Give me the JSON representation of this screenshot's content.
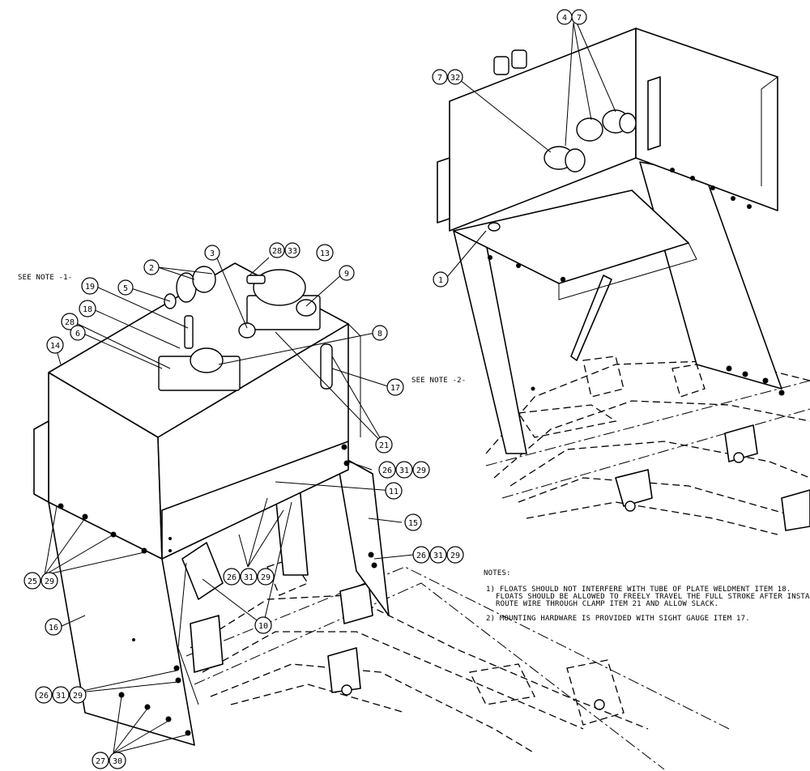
{
  "notes": {
    "see_note_1": "SEE NOTE -1-",
    "see_note_2": "SEE NOTE -2-",
    "heading": "NOTES:",
    "note1_line1": "1) FLOATS SHOULD NOT INTERFERE WITH TUBE OF PLATE WELDMENT ITEM 18.",
    "note1_line2": "FLOATS SHOULD BE ALLOWED TO FREELY TRAVEL THE FULL STROKE AFTER INSTALLED.",
    "note1_line3": "ROUTE WIRE THROUGH CLAMP ITEM 21 AND ALLOW SLACK.",
    "note2_line1": "2) MOUNTING HARDWARE IS PROVIDED WITH SIGHT GAUGE ITEM 17."
  },
  "callouts": {
    "c1": "1",
    "c7a": "7",
    "c32": "32",
    "c4": "4",
    "c7b": "7",
    "c2": "2",
    "c3": "3",
    "c28a": "28",
    "c33": "33",
    "c13": "13",
    "c9": "9",
    "c5": "5",
    "c19": "19",
    "c18": "18",
    "c28b": "28",
    "c6": "6",
    "c14": "14",
    "c8": "8",
    "c17": "17",
    "c21": "21",
    "c11": "11",
    "c15": "15",
    "c16": "16",
    "c10": "10",
    "c26a": "26",
    "c31a": "31",
    "c29a": "29",
    "c26b": "26",
    "c31b": "31",
    "c29b": "29",
    "c26c": "26",
    "c31c": "31",
    "c29c": "29",
    "c26d": "26",
    "c31d": "31",
    "c29d": "29",
    "c25": "25",
    "c29e": "29",
    "c27": "27",
    "c30": "30"
  }
}
